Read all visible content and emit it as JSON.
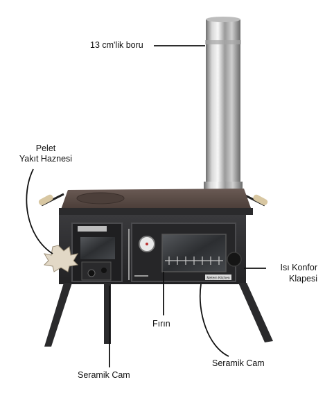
{
  "labels": {
    "pipe": "13 cm'lik boru",
    "pellet_line1": "Pelet",
    "pellet_line2": "Yakıt Haznesi",
    "heat_line1": "Isı Konfor",
    "heat_line2": "Klapesi",
    "oven": "Fırın",
    "ceramic_right": "Seramik Cam",
    "ceramic_left": "Seramik Cam",
    "brand": "Metem Kitchen"
  },
  "colors": {
    "steel_light": "#e8e8e8",
    "steel_dark": "#7a7a7a",
    "body": "#2b2b2d",
    "top_plate": "#5a4a45",
    "handle": "#d8c7a2",
    "callout_line": "#111111",
    "glass": "#3a3a3c"
  }
}
